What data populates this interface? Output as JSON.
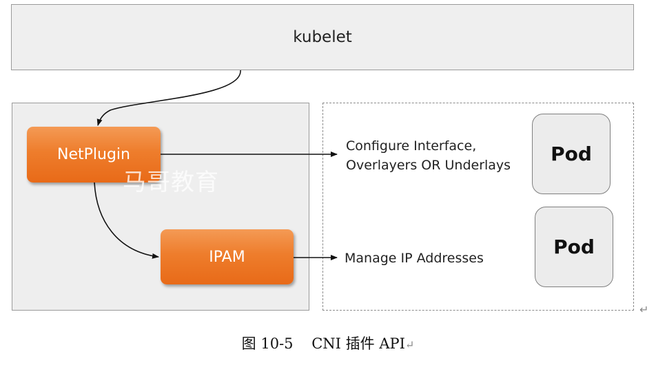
{
  "nodes": {
    "kubelet": "kubelet",
    "netplugin": "NetPlugin",
    "ipam": "IPAM",
    "pod_top": "Pod",
    "pod_bottom": "Pod"
  },
  "annotations": {
    "configure_line1": "Configure Interface,",
    "configure_line2": "Overlayers OR Underlays",
    "manage": "Manage IP Addresses"
  },
  "watermark": "马哥教育",
  "caption": {
    "text": "图 10-5    CNI 插件 API",
    "return_mark": "↵"
  },
  "edge_return_mark": "↵",
  "colors": {
    "orange_top": "#f49a55",
    "orange_bottom": "#e86a18",
    "panel_fill": "#eeeeee",
    "border": "#9a9a9a"
  }
}
